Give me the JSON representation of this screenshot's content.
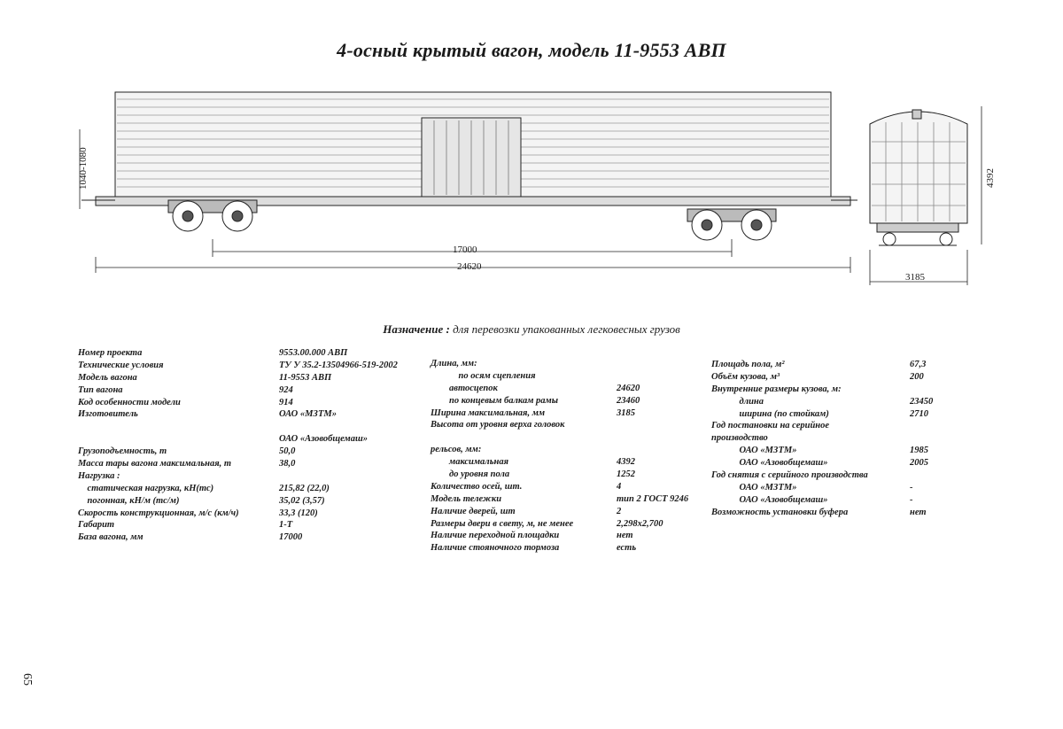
{
  "title": "4-осный крытый вагон, модель 11-9553 АВП",
  "drawing": {
    "dim_height_side": "1040-1080",
    "dim_base": "17000",
    "dim_length": "24620",
    "dim_height_end": "4392",
    "dim_width_end": "3185"
  },
  "purpose": {
    "label": "Назначение :",
    "text": "для перевозки упакованных легковесных грузов"
  },
  "col1": [
    {
      "k": "Номер проекта",
      "v": "9553.00.000 АВП"
    },
    {
      "k": "Технические условия",
      "v": "ТУ У 35.2-13504966-519-2002"
    },
    {
      "k": "Модель вагона",
      "v": "11-9553 АВП"
    },
    {
      "k": "Тип вагона",
      "v": "924"
    },
    {
      "k": "Код особенности модели",
      "v": "914"
    },
    {
      "k": "Изготовитель",
      "v": "ОАО «МЗТМ»"
    },
    {
      "k": "",
      "v": ""
    },
    {
      "k": "",
      "v": "ОАО «Азовобщемаш»"
    },
    {
      "k": "Грузоподъемность, т",
      "v": "50,0"
    },
    {
      "k": "Масса тары вагона максимальная, т",
      "v": "38,0"
    },
    {
      "k": "Нагрузка :",
      "v": ""
    },
    {
      "k": "    статическая нагрузка, кН(тс)",
      "v": "215,82 (22,0)"
    },
    {
      "k": "    погонная, кН/м (тс/м)",
      "v": "35,02 (3,57)"
    },
    {
      "k": "Скорость конструкционная, м/с (км/ч)",
      "v": "33,3 (120)"
    },
    {
      "k": "Габарит",
      "v": "1-Т"
    },
    {
      "k": "База вагона, мм",
      "v": "17000"
    }
  ],
  "col2": [
    {
      "k": "Длина, мм:",
      "v": ""
    },
    {
      "k": "            по осям сцепления",
      "v": ""
    },
    {
      "k": "        автосцепок",
      "v": "24620"
    },
    {
      "k": "        по концевым балкам рамы",
      "v": "23460"
    },
    {
      "k": "Ширина максимальная, мм",
      "v": "3185"
    },
    {
      "k": "Высота от уровня верха головок",
      "v": ""
    },
    {
      "k": "",
      "v": ""
    },
    {
      "k": "рельсов, мм:",
      "v": ""
    },
    {
      "k": "        максимальная",
      "v": "4392"
    },
    {
      "k": "        до уровня пола",
      "v": "1252"
    },
    {
      "k": "Количество осей, шт.",
      "v": "4"
    },
    {
      "k": "Модель тележки",
      "v": "тип 2 ГОСТ 9246"
    },
    {
      "k": "Наличие дверей, шт",
      "v": "2"
    },
    {
      "k": "Размеры двери в свету, м, не менее",
      "v": "2,298x2,700"
    },
    {
      "k": "Наличие переходной площадки",
      "v": "нет"
    },
    {
      "k": "Наличие стояночного тормоза",
      "v": "есть"
    }
  ],
  "col3": [
    {
      "k": "Площадь пола, м²",
      "v": "67,3"
    },
    {
      "k": "Объём кузова, м³",
      "v": "200"
    },
    {
      "k": "Внутренние размеры кузова, м:",
      "v": ""
    },
    {
      "k": "            длина",
      "v": "23450"
    },
    {
      "k": "            ширина (по стойкам)",
      "v": "2710"
    },
    {
      "k": "Год постановки на серийное",
      "v": ""
    },
    {
      "k": "производство",
      "v": ""
    },
    {
      "k": "            ОАО «МЗТМ»",
      "v": "1985"
    },
    {
      "k": "            ОАО «Азовобщемаш»",
      "v": "2005"
    },
    {
      "k": "Год снятия с серийного производства",
      "v": ""
    },
    {
      "k": "            ОАО «МЗТМ»",
      "v": "-"
    },
    {
      "k": "            ОАО «Азовобщемаш»",
      "v": "-"
    },
    {
      "k": "Возможность установки буфера",
      "v": "нет"
    }
  ],
  "page_number": "65"
}
